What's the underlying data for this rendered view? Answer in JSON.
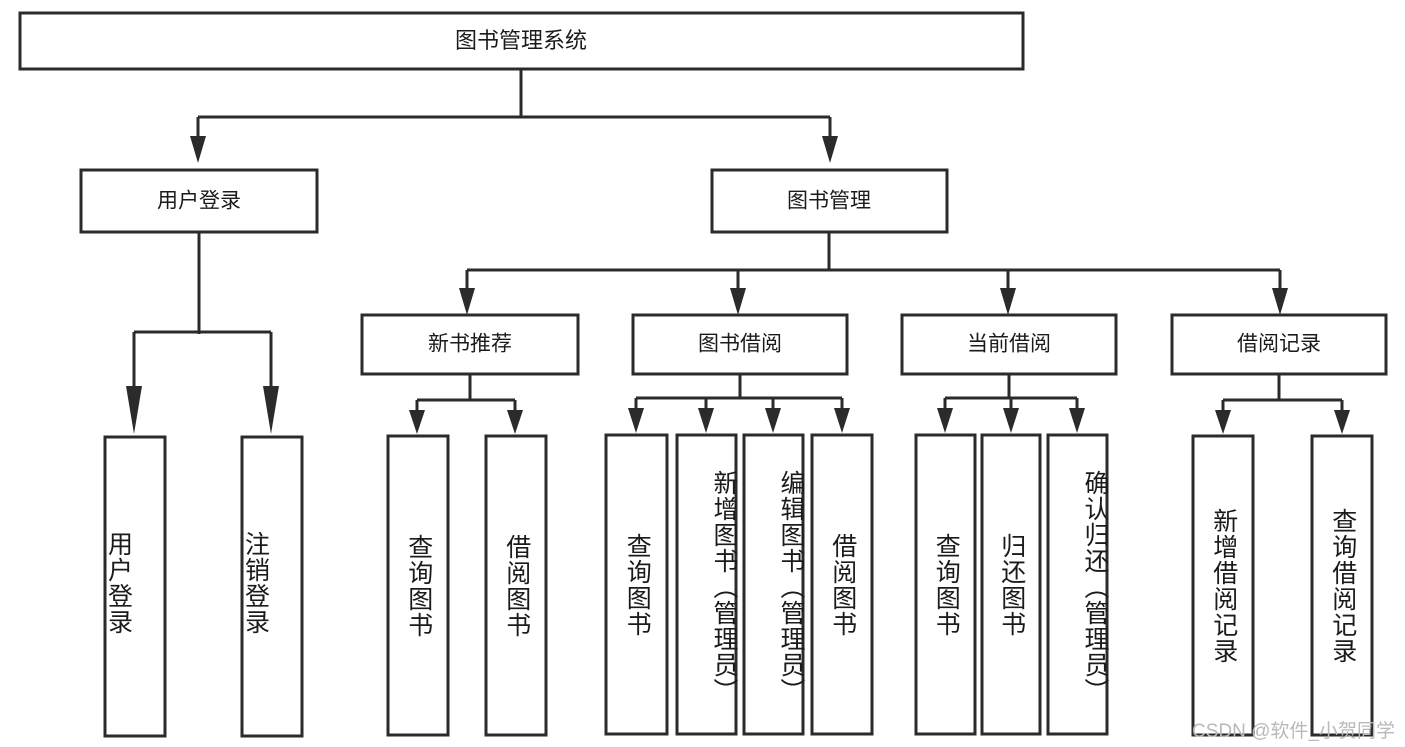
{
  "diagram": {
    "title": "图书管理系统",
    "root": {
      "label": "图书管理系统"
    },
    "level1": [
      {
        "label": "用户登录"
      },
      {
        "label": "图书管理"
      }
    ],
    "level2": [
      {
        "label": "新书推荐"
      },
      {
        "label": "图书借阅"
      },
      {
        "label": "当前借阅"
      },
      {
        "label": "借阅记录"
      }
    ],
    "leaves": {
      "user_login": [
        {
          "label": "用户登录"
        },
        {
          "label": "注销登录"
        }
      ],
      "new_book_recommend": [
        {
          "label": "查询图书"
        },
        {
          "label": "借阅图书"
        }
      ],
      "book_borrow": [
        {
          "label": "查询图书"
        },
        {
          "label": "新增图书（管理员）"
        },
        {
          "label": "编辑图书（管理员）"
        },
        {
          "label": "借阅图书"
        }
      ],
      "current_borrow": [
        {
          "label": "查询图书"
        },
        {
          "label": "归还图书"
        },
        {
          "label": "确认归还（管理员）"
        }
      ],
      "borrow_record": [
        {
          "label": "新增借阅记录"
        },
        {
          "label": "查询借阅记录"
        }
      ]
    }
  },
  "watermark": {
    "text": "CSDN @软件_小贺同学"
  },
  "colors": {
    "stroke": "#2b2b2b",
    "box_fill": "#ffffff",
    "text": "#1b1b1b",
    "watermark": "#b9b9b9",
    "background": "#ffffff"
  }
}
